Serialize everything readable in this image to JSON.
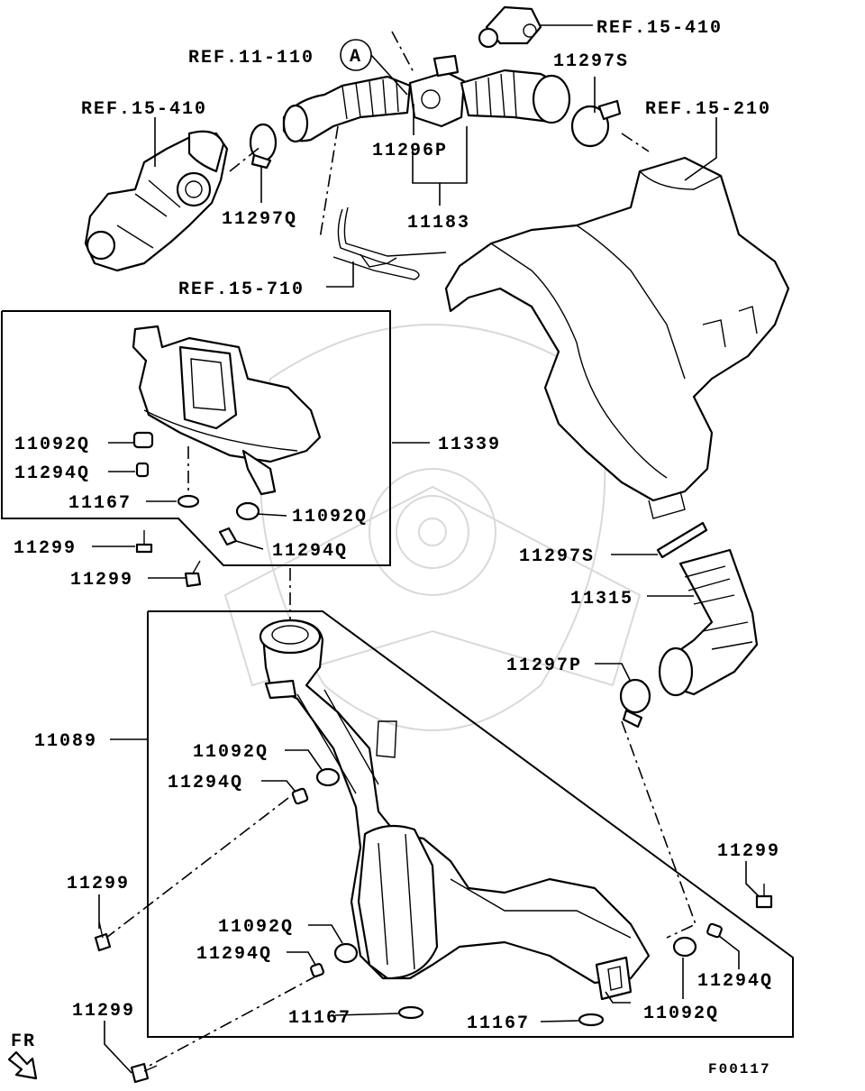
{
  "labels": {
    "ref_15_410_top": "REF.15-410",
    "ref_11_110": "REF.11-110",
    "callout_a": "A",
    "p11297s_top": "11297S",
    "ref_15_410_left": "REF.15-410",
    "ref_15_210": "REF.15-210",
    "p11296p": "11296P",
    "p11297q_top": "11297Q",
    "p11183": "11183",
    "ref_15_710": "REF.15-710",
    "p11092q_a": "11092Q",
    "p11294q_a": "11294Q",
    "p11339": "11339",
    "p11167_a": "11167",
    "p11092q_b": "11092Q",
    "p11299_a": "11299",
    "p11294q_b": "11294Q",
    "p11299_b": "11299",
    "p11297s_mid": "11297S",
    "p11315": "11315",
    "p11297p": "11297P",
    "p11089": "11089",
    "p11092q_c": "11092Q",
    "p11294q_c": "11294Q",
    "p11299_c": "11299",
    "p11299_d": "11299",
    "p11092q_d": "11092Q",
    "p11294q_d": "11294Q",
    "p11294q_e": "11294Q",
    "p11299_e": "11299",
    "p11167_b": "11167",
    "p11167_c": "11167",
    "p11092q_e": "11092Q",
    "fr": "FR",
    "figure_code": "F00117"
  },
  "icons": {
    "direction_arrow": "fr-arrow-icon",
    "callout": "circle-callout-icon"
  }
}
